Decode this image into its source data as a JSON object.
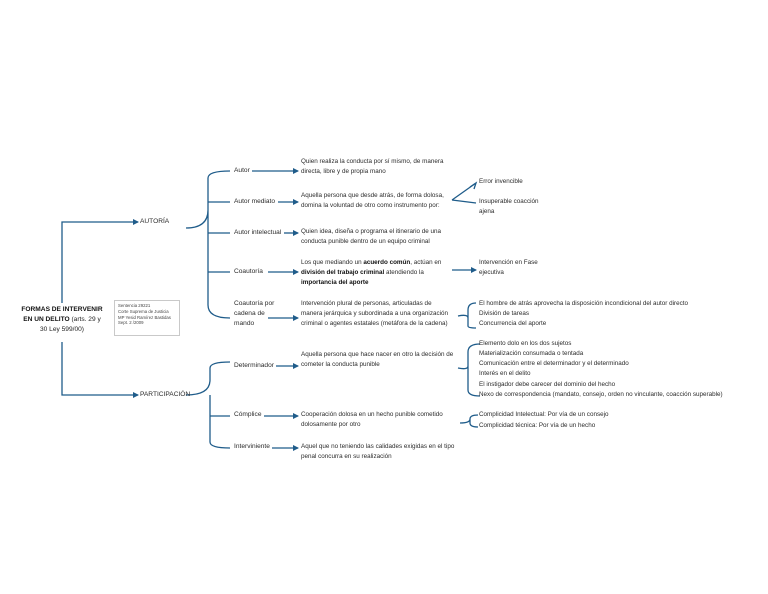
{
  "root": {
    "title": "FORMAS DE INTERVENIR EN UN DELITO",
    "subtitle": "(arts. 29 y 30 Ley 599/00)"
  },
  "note": {
    "lines": [
      "Sentencia 29221",
      "Corte Suprema de Justicia",
      "MP Yesid Ramírez Bastidas",
      "Sept. 2 /2009"
    ]
  },
  "autoria": {
    "label": "AUTORÍA",
    "autor": {
      "label": "Autor",
      "desc": "Quien realiza la conducta por sí mismo, de manera directa, libre y de propia mano"
    },
    "mediato": {
      "label": "Autor mediato",
      "desc": "Aquella persona que desde atrás, de forma dolosa, domina la voluntad de otro como instrumento por:",
      "items": [
        "Error invencible",
        "Insuperable coacción ajena"
      ]
    },
    "intelectual": {
      "label": "Autor intelectual",
      "desc": "Quien idea, diseña o programa el itinerario de una conducta punible dentro de un equipo criminal"
    },
    "coautoria": {
      "label": "Coautoría",
      "p1": "Los que mediando un ",
      "b1": "acuerdo común",
      "p2": ", actúan en ",
      "b2": "división del trabajo criminal",
      "p3": " atendiendo la ",
      "b3": "importancia del aporte",
      "result": "Intervención en Fase ejecutiva"
    },
    "cadena": {
      "label": "Coautoría por cadena de mando",
      "desc": "Intervención plural de personas, articuladas de manera jerárquica y subordinada a una organización criminal o agentes estatales (metáfora de la cadena)",
      "items": [
        "El hombre de atrás aprovecha la disposición incondicional del autor directo",
        "División de tareas",
        "Concurrencia del aporte"
      ]
    }
  },
  "participacion": {
    "label": "PARTICIPACIÓN",
    "determinador": {
      "label": "Determinador",
      "desc": "Aquella persona que hace nacer en otro la decisión de cometer la conducta punible",
      "items": [
        "Elemento dolo en los dos sujetos",
        "Materialización consumada o tentada",
        "Comunicación entre el determinador y el determinado",
        "Interés en el delito",
        "El instigador debe carecer del dominio del hecho",
        "Nexo de correspondencia (mandato,  consejo, orden no vinculante, coacción superable)"
      ]
    },
    "complice": {
      "label": "Cómplice",
      "desc": "Cooperación dolosa en un hecho punible cometido dolosamente por otro",
      "items": [
        "Complicidad Intelectual: Por vía de un consejo",
        "Complicidad técnica: Por vía de un hecho"
      ]
    },
    "interviniente": {
      "label": "Interviniente",
      "desc": "Aquel que no teniendo las calidades exigidas en el tipo penal concurra en su realización"
    }
  },
  "colors": {
    "line": "#1f5c8a",
    "text": "#2b2b2b"
  }
}
